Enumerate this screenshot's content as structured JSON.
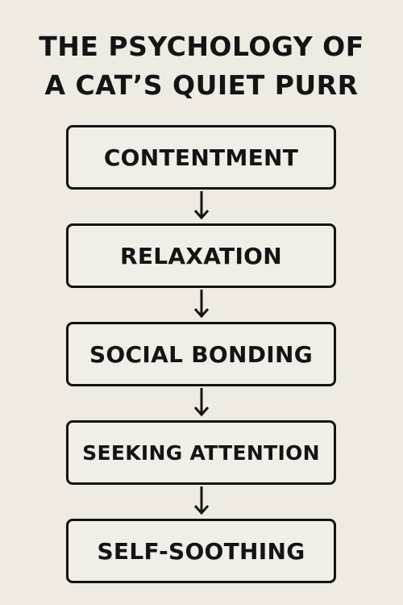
{
  "diagram": {
    "title_lines": [
      "THE PSYCHOLOGY OF",
      "A CAT’S QUIET PURR"
    ],
    "steps": [
      {
        "label": "CONTENTMENT"
      },
      {
        "label": "RELAXATION"
      },
      {
        "label": "SOCIAL BONDING"
      },
      {
        "label": "SEEKING ATTENTION"
      },
      {
        "label": "SELF-SOOTHING"
      }
    ],
    "colors": {
      "background": "#efebe3",
      "ink": "#141414"
    },
    "connector_icon": "arrow-down-icon"
  }
}
